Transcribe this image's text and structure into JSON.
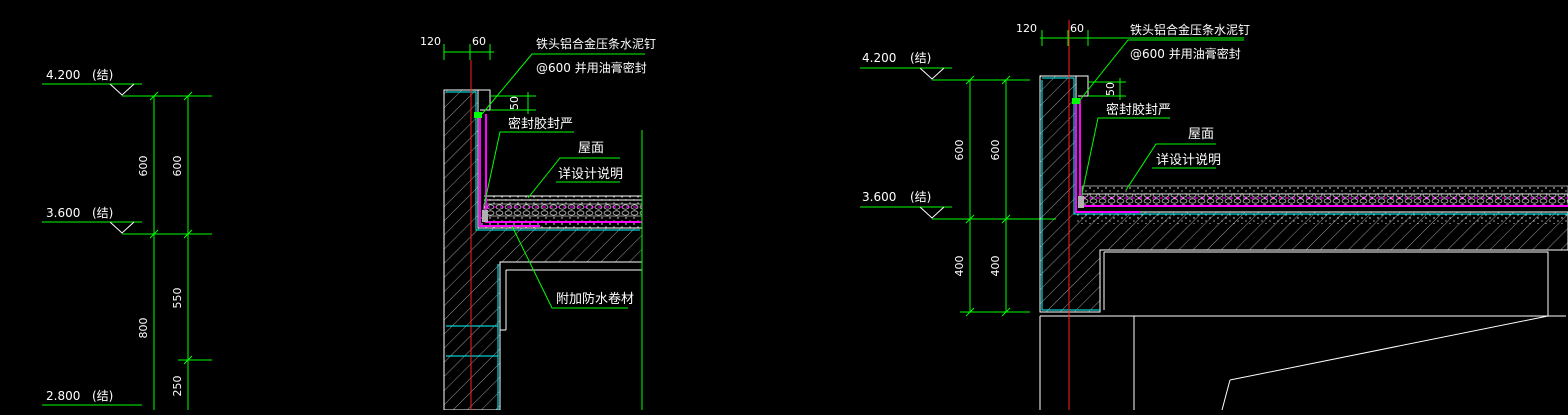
{
  "texts": {
    "elev_4200_a": "4.200",
    "elev_3600_a": "3.600",
    "elev_2800_a": "2.800",
    "elev_4200_b": "4.200",
    "elev_3600_b": "3.600",
    "jie": "(结)",
    "dim_600": "600",
    "dim_800": "800",
    "dim_550": "550",
    "dim_250": "250",
    "dim_400": "400",
    "dim_120": "120",
    "dim_60": "60",
    "dim_50": "50",
    "nail_note_1": "铁头铝合金压条水泥钉",
    "nail_note_2": "@600  并用油膏密封",
    "sealant": "密封胶封严",
    "roof": "屋面",
    "see_design": "详设计说明",
    "extra_membrane": "附加防水卷材"
  },
  "colors": {
    "background": "#000000",
    "dimension_line": "#00ff00",
    "outline": "#ffffff",
    "concrete_edge": "#00ffff",
    "membrane": "#ff00ff",
    "axis": "#ff2020"
  }
}
